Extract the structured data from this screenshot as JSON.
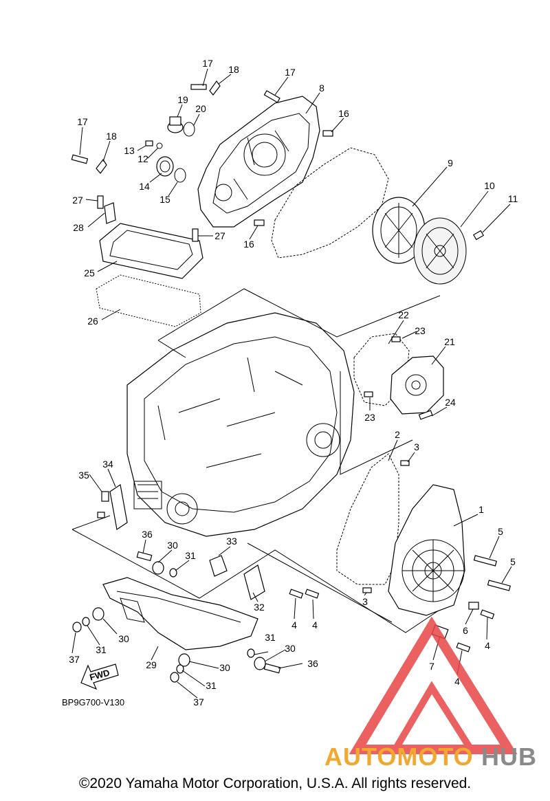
{
  "diagram": {
    "code": "BP9G700-V130",
    "fwd_label": "FWD",
    "callouts": [
      "1",
      "2",
      "3",
      "4",
      "5",
      "6",
      "7",
      "8",
      "9",
      "10",
      "11",
      "12",
      "13",
      "14",
      "15",
      "16",
      "17",
      "18",
      "19",
      "20",
      "21",
      "22",
      "23",
      "24",
      "25",
      "26",
      "27",
      "28",
      "29",
      "30",
      "31",
      "32",
      "33",
      "34",
      "35",
      "36",
      "37"
    ]
  },
  "watermark": {
    "word_a": "AUTOMOTO",
    "word_b": "HUB",
    "color_a": "#f0a830",
    "color_b": "#8a8a8a",
    "triangle_color": "#e84545"
  },
  "footer": {
    "copyright": "©2020 Yamaha Motor Corporation, U.S.A. All rights reserved."
  }
}
